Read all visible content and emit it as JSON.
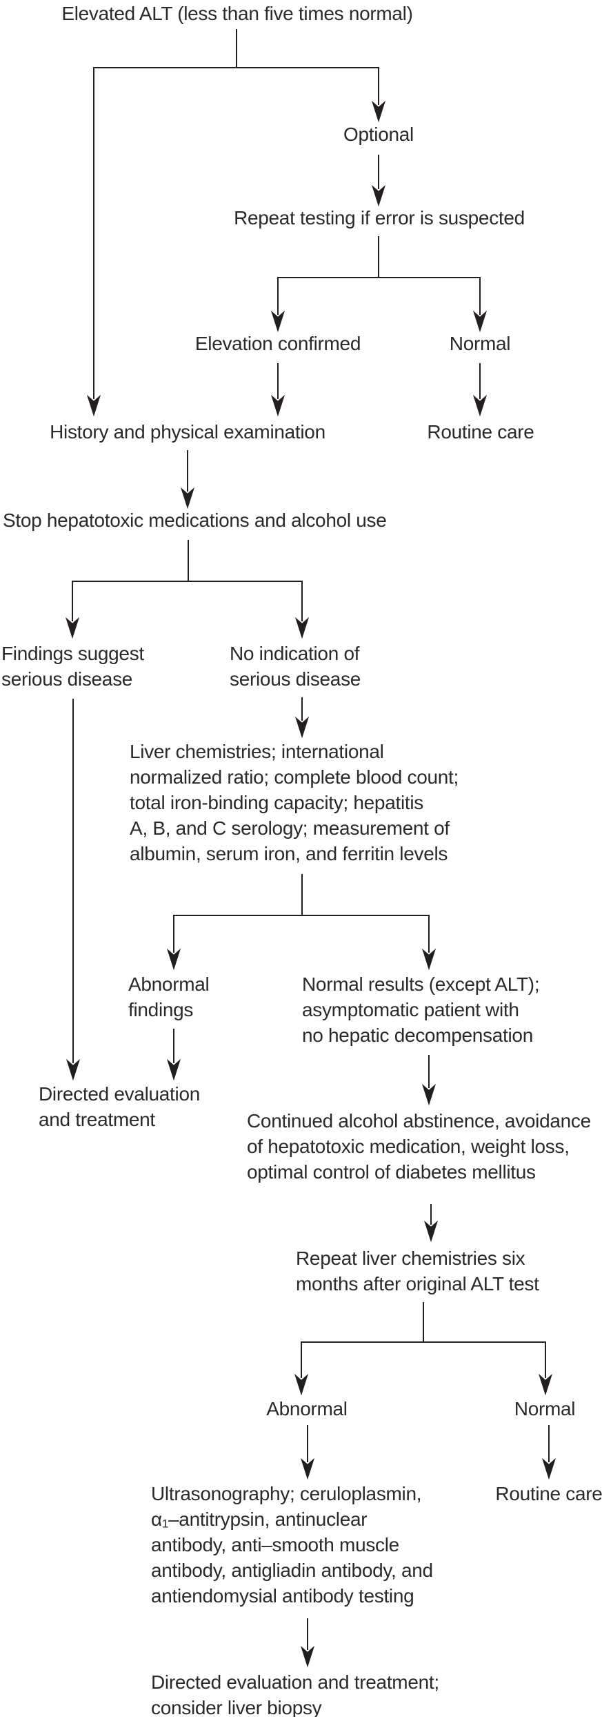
{
  "style": {
    "background": "#ffffff",
    "line_color": "#231f20",
    "text_color": "#2a2a2a"
  },
  "diagram": {
    "type": "flowchart",
    "topic": "Evaluation of elevated ALT"
  },
  "nodes": {
    "elevated_alt": {
      "label": "Elevated ALT (less than five times normal)"
    },
    "optional": {
      "label": "Optional"
    },
    "repeat_testing": {
      "label": "Repeat testing if error is suspected"
    },
    "elevation_confirmed": {
      "label": "Elevation confirmed"
    },
    "normal_1": {
      "label": "Normal"
    },
    "history_physical": {
      "label": "History and physical examination"
    },
    "routine_care_1": {
      "label": "Routine care"
    },
    "stop_hepatotoxic": {
      "label": "Stop hepatotoxic medications and alcohol use"
    },
    "findings_suggest": {
      "lines": [
        "Findings suggest",
        "serious disease"
      ]
    },
    "no_indication": {
      "lines": [
        "No indication of",
        "serious disease"
      ]
    },
    "liver_chemistries": {
      "lines": [
        "Liver chemistries; international",
        "normalized ratio; complete blood count;",
        "total iron-binding capacity; hepatitis",
        "A, B, and C serology; measurement of",
        "albumin, serum iron, and ferritin levels"
      ]
    },
    "abnormal_findings": {
      "lines": [
        "Abnormal",
        "findings"
      ]
    },
    "normal_results": {
      "lines": [
        "Normal results (except ALT);",
        "asymptomatic patient with",
        "no hepatic decompensation"
      ]
    },
    "directed_evaluation_1": {
      "lines": [
        "Directed evaluation",
        "and treatment"
      ]
    },
    "continued_care": {
      "lines": [
        "Continued alcohol abstinence, avoidance",
        "of hepatotoxic medication, weight loss,",
        "optimal control of diabetes mellitus"
      ]
    },
    "repeat_liver": {
      "lines": [
        "Repeat liver chemistries six",
        "months after original ALT test"
      ]
    },
    "abnormal_2": {
      "label": "Abnormal"
    },
    "normal_2": {
      "label": "Normal"
    },
    "ultrasonography": {
      "lines": [
        "Ultrasonography; ceruloplasmin,",
        "α₁–antitrypsin, antinuclear",
        "antibody, anti–smooth muscle",
        "antibody, antigliadin antibody, and",
        "antiendomysial antibody testing"
      ]
    },
    "routine_care_2": {
      "label": "Routine care"
    },
    "directed_evaluation_2": {
      "lines": [
        "Directed evaluation and treatment;",
        "consider liver biopsy"
      ]
    }
  }
}
